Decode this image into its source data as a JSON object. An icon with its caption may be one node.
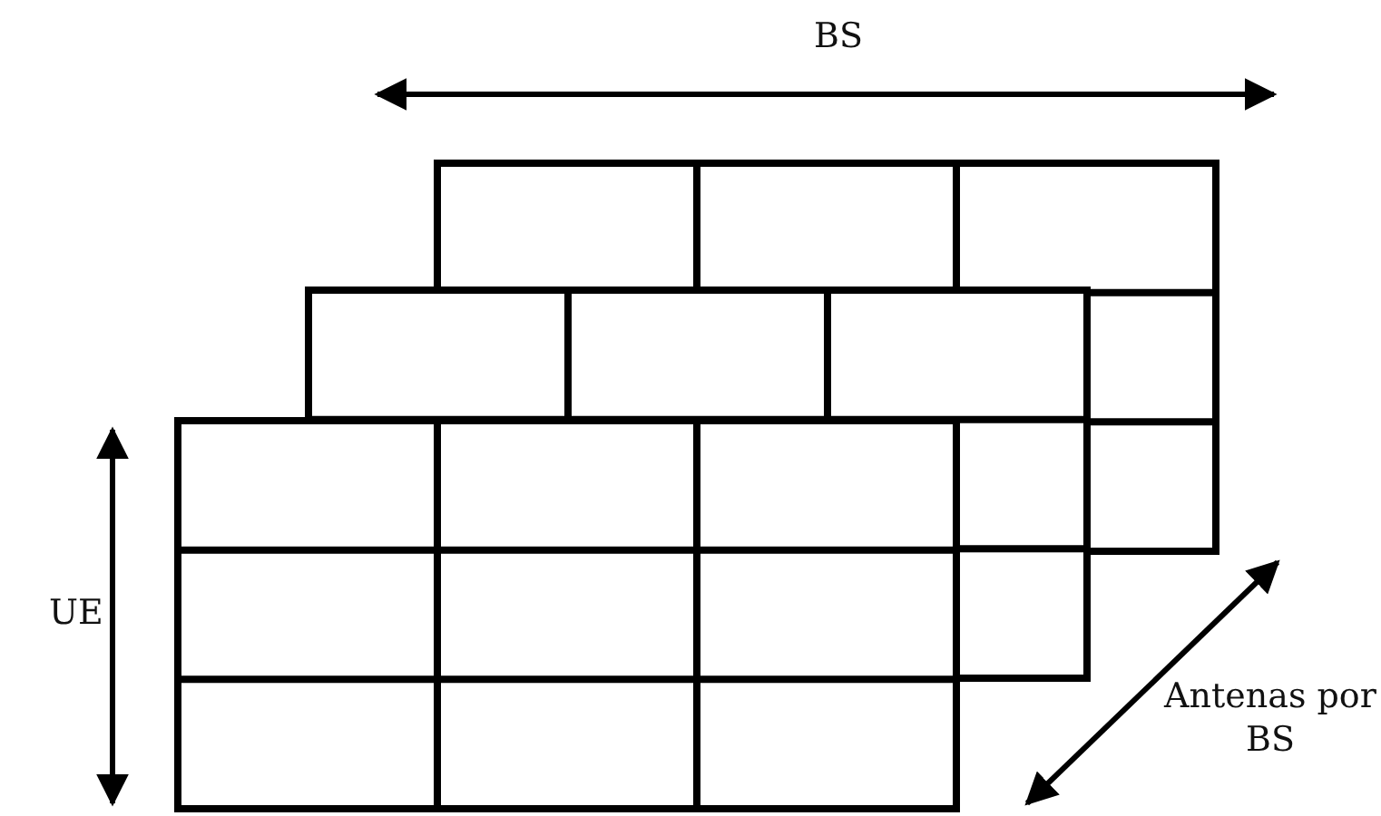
{
  "diagram": {
    "labels": [
      "BS",
      "UE",
      "Antenas por BS"
    ]
  }
}
